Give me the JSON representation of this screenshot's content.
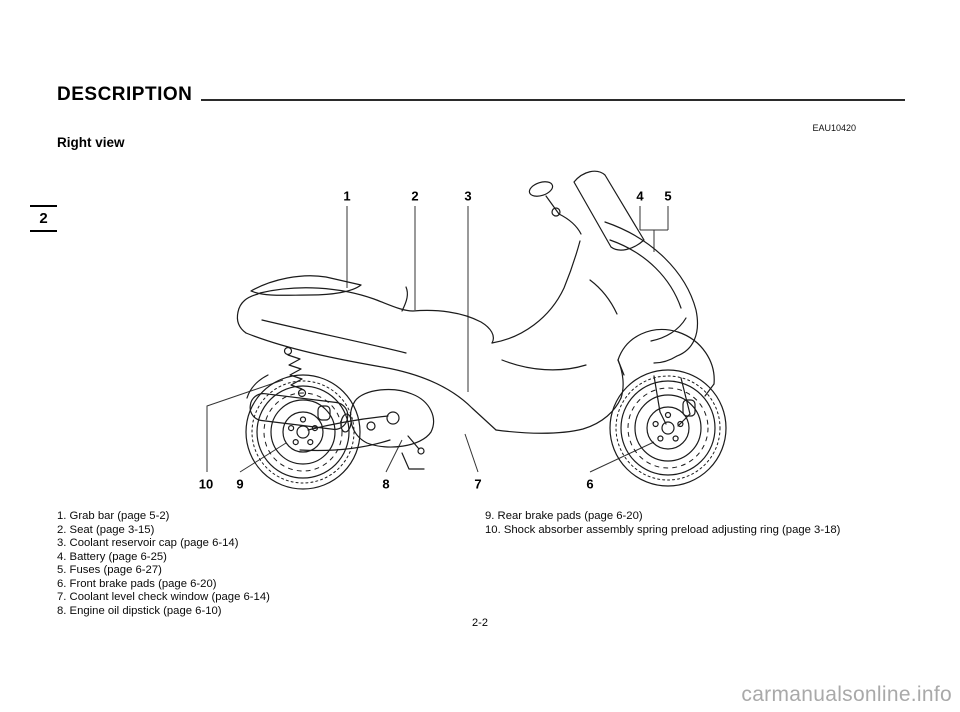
{
  "header": {
    "title": "DESCRIPTION",
    "code": "EAU10420",
    "section_title": "Right view",
    "chapter_tab": "2"
  },
  "callouts": {
    "top": [
      "1",
      "2",
      "3",
      "4",
      "5"
    ],
    "bottom": [
      "10",
      "9",
      "8",
      "7",
      "6"
    ]
  },
  "legend": {
    "left": [
      "1. Grab bar (page 5-2)",
      "2. Seat (page 3-15)",
      "3. Coolant reservoir cap (page 6-14)",
      "4. Battery (page 6-25)",
      "5. Fuses (page 6-27)",
      "6. Front brake pads (page 6-20)",
      "7. Coolant level check window (page 6-14)",
      "8. Engine oil dipstick (page 6-10)"
    ],
    "right": [
      "9. Rear brake pads (page 6-20)",
      "10. Shock absorber assembly spring preload adjusting ring (page 3-18)"
    ]
  },
  "footer": {
    "page_number": "2-2",
    "watermark": "carmanualsonline.info"
  }
}
